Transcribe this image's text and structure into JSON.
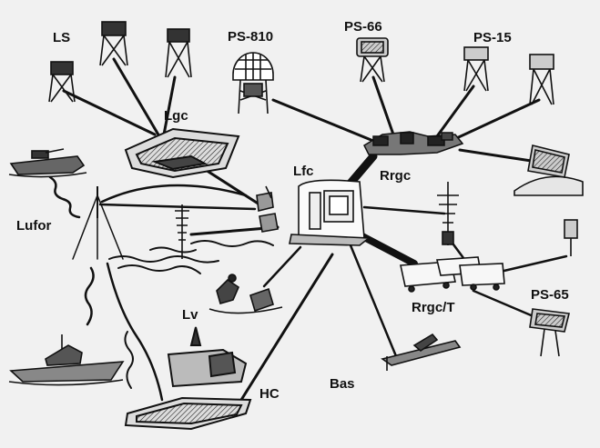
{
  "diagram": {
    "ink_color": "#111111",
    "paper_color": "#f1f1f1",
    "labels": {
      "ls": "LS",
      "lgc": "Lgc",
      "ps810": "PS-810",
      "ps66": "PS-66",
      "ps15": "PS-15",
      "lufor": "Lufor",
      "lfc": "Lfc",
      "rrgc": "Rrgc",
      "lv": "Lv",
      "rrgct": "Rrgc/T",
      "ps65": "PS-65",
      "bas": "Bas",
      "hc": "HC"
    }
  }
}
